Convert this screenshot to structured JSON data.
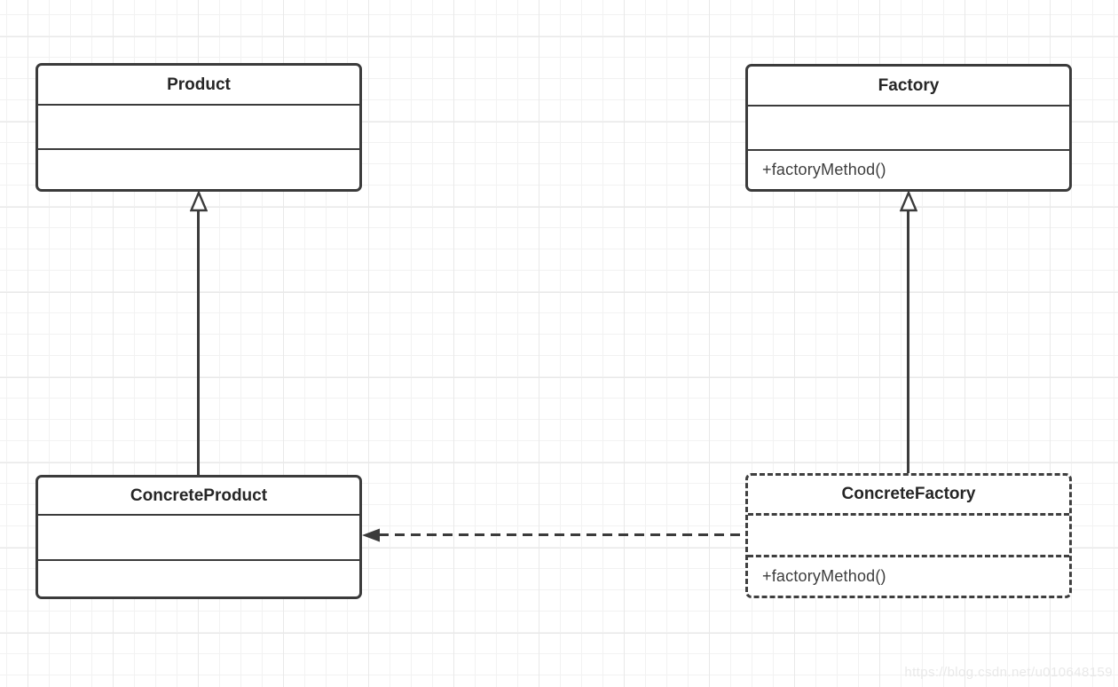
{
  "diagram": {
    "type": "uml-class-diagram",
    "classes": {
      "product": {
        "name": "Product",
        "attributes": "",
        "operations": ""
      },
      "factory": {
        "name": "Factory",
        "attributes": "",
        "operations": "+factoryMethod()"
      },
      "concrete_product": {
        "name": "ConcreteProduct",
        "attributes": "",
        "operations": ""
      },
      "concrete_factory": {
        "name": "ConcreteFactory",
        "attributes": "",
        "operations": "+factoryMethod()"
      }
    },
    "relations": [
      {
        "from": "ConcreteProduct",
        "to": "Product",
        "type": "generalization",
        "line": "solid",
        "arrowhead": "hollow-triangle"
      },
      {
        "from": "ConcreteFactory",
        "to": "Factory",
        "type": "generalization",
        "line": "solid",
        "arrowhead": "hollow-triangle"
      },
      {
        "from": "ConcreteFactory",
        "to": "ConcreteProduct",
        "type": "dependency",
        "line": "dashed",
        "arrowhead": "filled-triangle"
      }
    ],
    "colors": {
      "border": "#3b3b3b",
      "title_text": "#262626",
      "member_text": "#3d3d3d",
      "background": "#ffffff",
      "grid_minor": "#f2f2f2",
      "grid_major": "#e9e9e9",
      "watermark": "#e9e9e9"
    }
  },
  "watermark": {
    "text": "https://blog.csdn.net/u010648159"
  }
}
